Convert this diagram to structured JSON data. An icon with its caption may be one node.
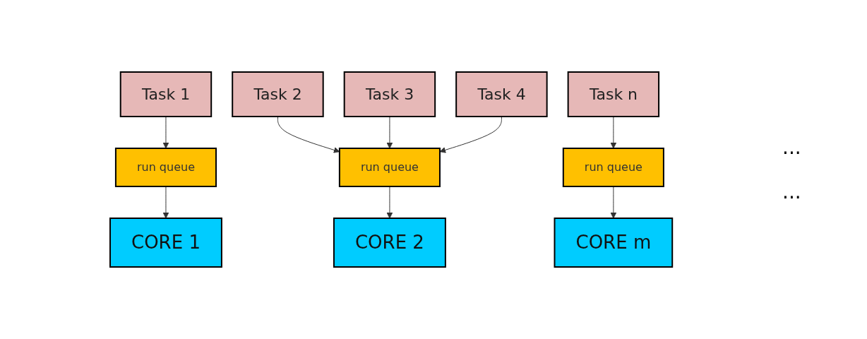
{
  "diagram": {
    "nodes": [
      {
        "text": [
          "Task 1"
        ]
      },
      {
        "text": [
          "Task 2"
        ]
      },
      {
        "text": [
          "Task 3"
        ]
      },
      {
        "text": [
          "Task 4"
        ]
      },
      {
        "text": [
          "Task n"
        ]
      },
      {
        "text": [
          "run queue"
        ]
      },
      {
        "text": [
          "run queue"
        ]
      },
      {
        "text": [
          "run queue"
        ]
      },
      {
        "text": [
          "CORE 1"
        ]
      },
      {
        "text": [
          "CORE 2"
        ]
      },
      {
        "text": [
          "CORE m"
        ]
      }
    ],
    "edges": [
      {
        "from": 0,
        "to": 5,
        "arrow": "to"
      },
      {
        "from": 1,
        "to": 6,
        "arrow": "to"
      },
      {
        "from": 2,
        "to": 6,
        "arrow": "to"
      },
      {
        "from": 3,
        "to": 6,
        "arrow": "to"
      },
      {
        "from": 4,
        "to": 7,
        "arrow": "to"
      },
      {
        "from": 5,
        "to": 8,
        "arrow": "to"
      },
      {
        "from": 6,
        "to": 9,
        "arrow": "to"
      },
      {
        "from": 7,
        "to": 10,
        "arrow": "to"
      }
    ],
    "labels": [
      "...",
      "..."
    ]
  }
}
